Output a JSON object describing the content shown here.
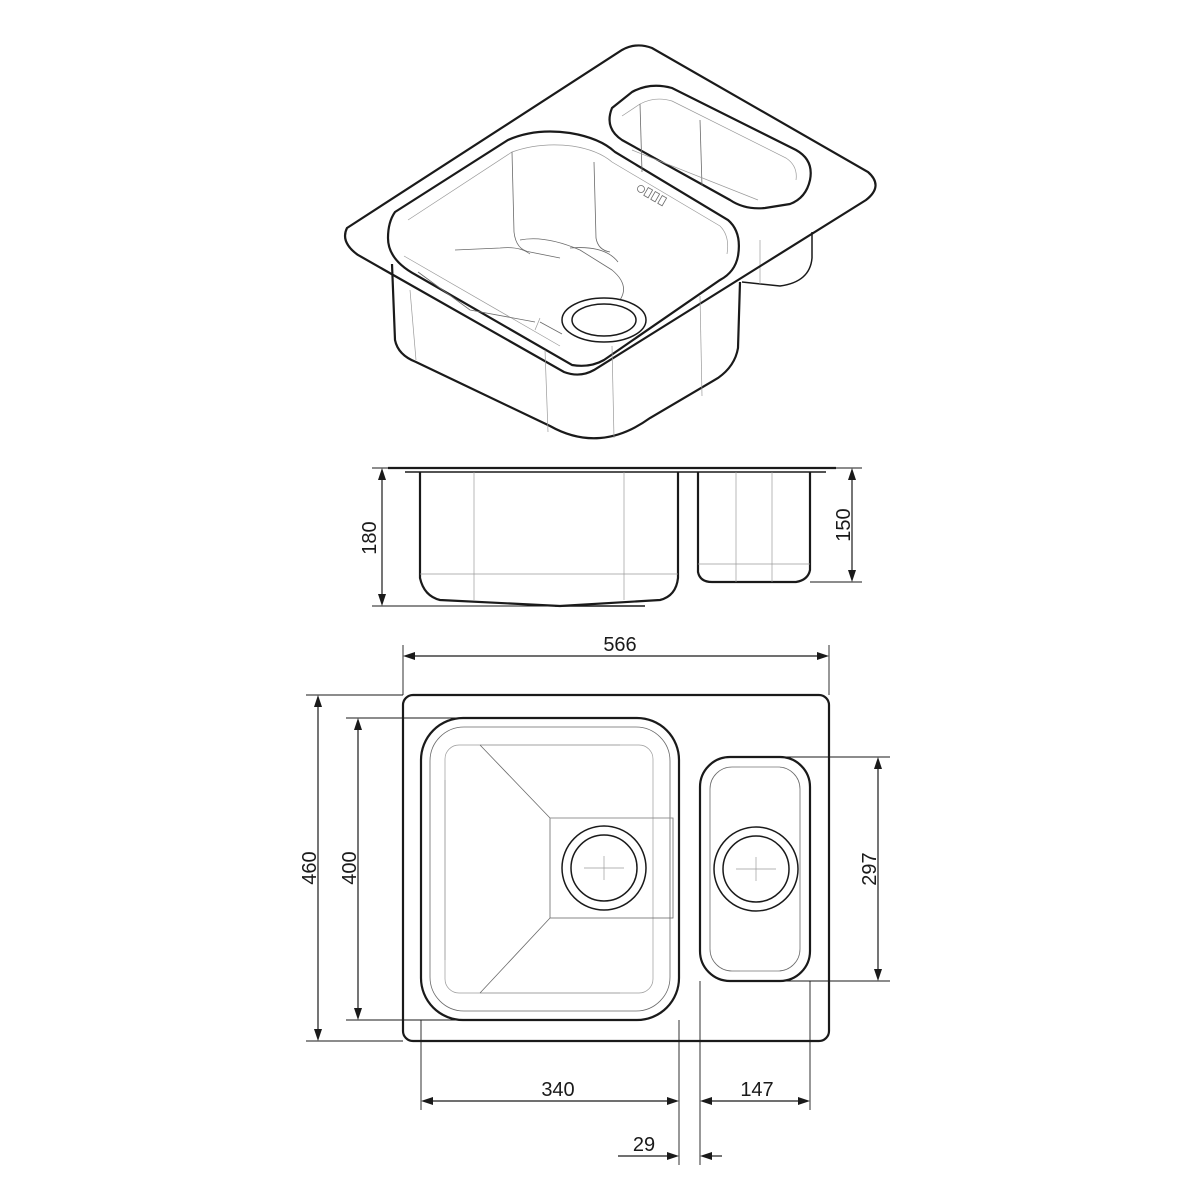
{
  "drawing": {
    "dimensions": {
      "overall_width": "566",
      "overall_depth": "460",
      "main_bowl_length": "400",
      "main_bowl_width": "340",
      "second_bowl_width": "147",
      "second_bowl_length": "297",
      "bowl_gap": "29",
      "main_bowl_height": "180",
      "second_bowl_height": "150"
    }
  }
}
